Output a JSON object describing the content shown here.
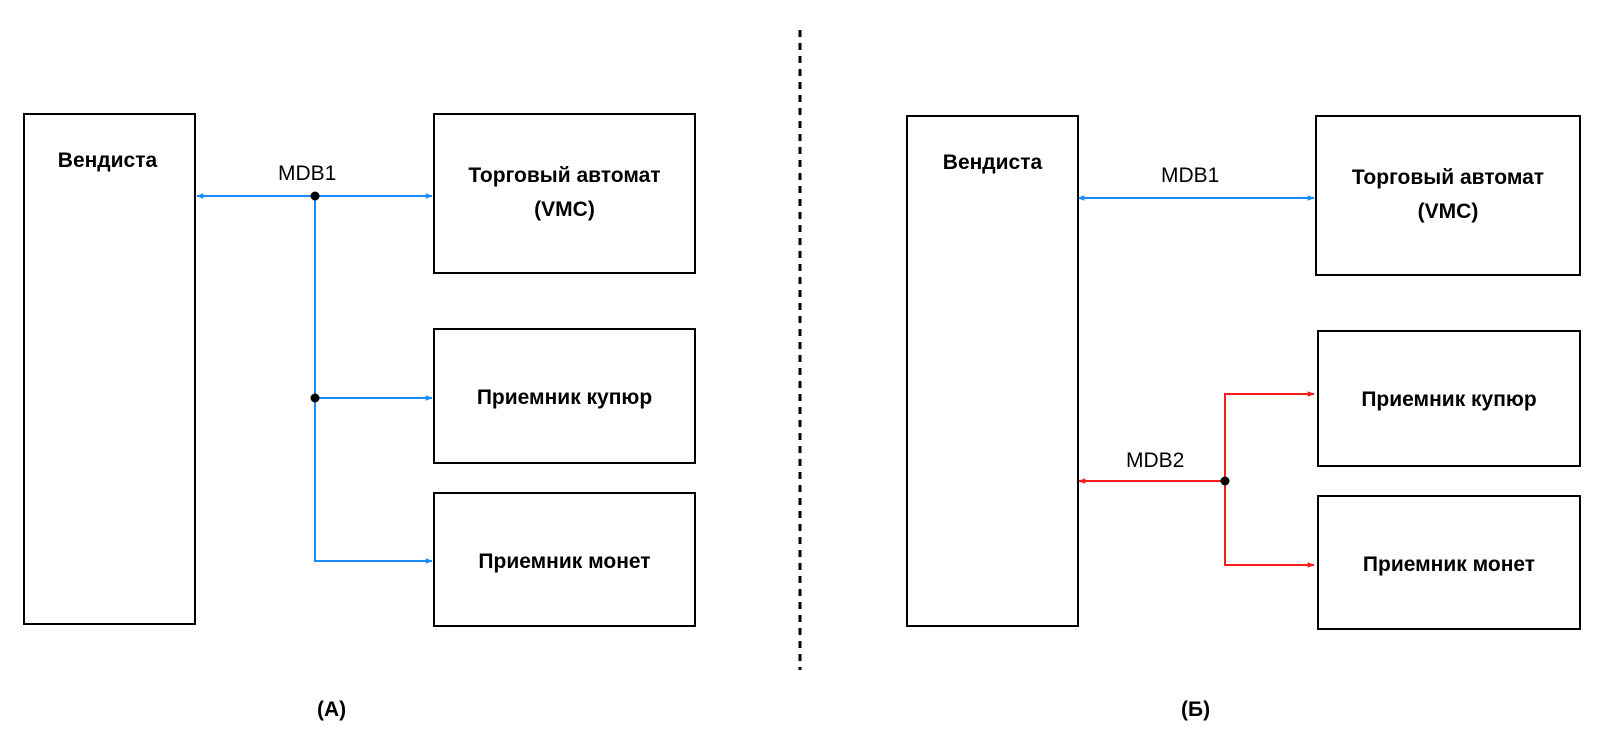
{
  "colors": {
    "bus_mdb1": "#1a8cff",
    "bus_mdb2": "#ff1a1a",
    "outline": "#000000"
  },
  "panel_a": {
    "caption": "(А)",
    "vendista": "Вендиста",
    "vmc_line1": "Торговый автомат",
    "vmc_line2": "(VMC)",
    "bill": "Приемник купюр",
    "coin": "Приемник монет",
    "bus_label": "MDB1"
  },
  "panel_b": {
    "caption": "(Б)",
    "vendista": "Вендиста",
    "vmc_line1": "Торговый автомат",
    "vmc_line2": "(VMC)",
    "bill": "Приемник купюр",
    "coin": "Приемник монет",
    "bus1_label": "MDB1",
    "bus2_label": "MDB2"
  }
}
